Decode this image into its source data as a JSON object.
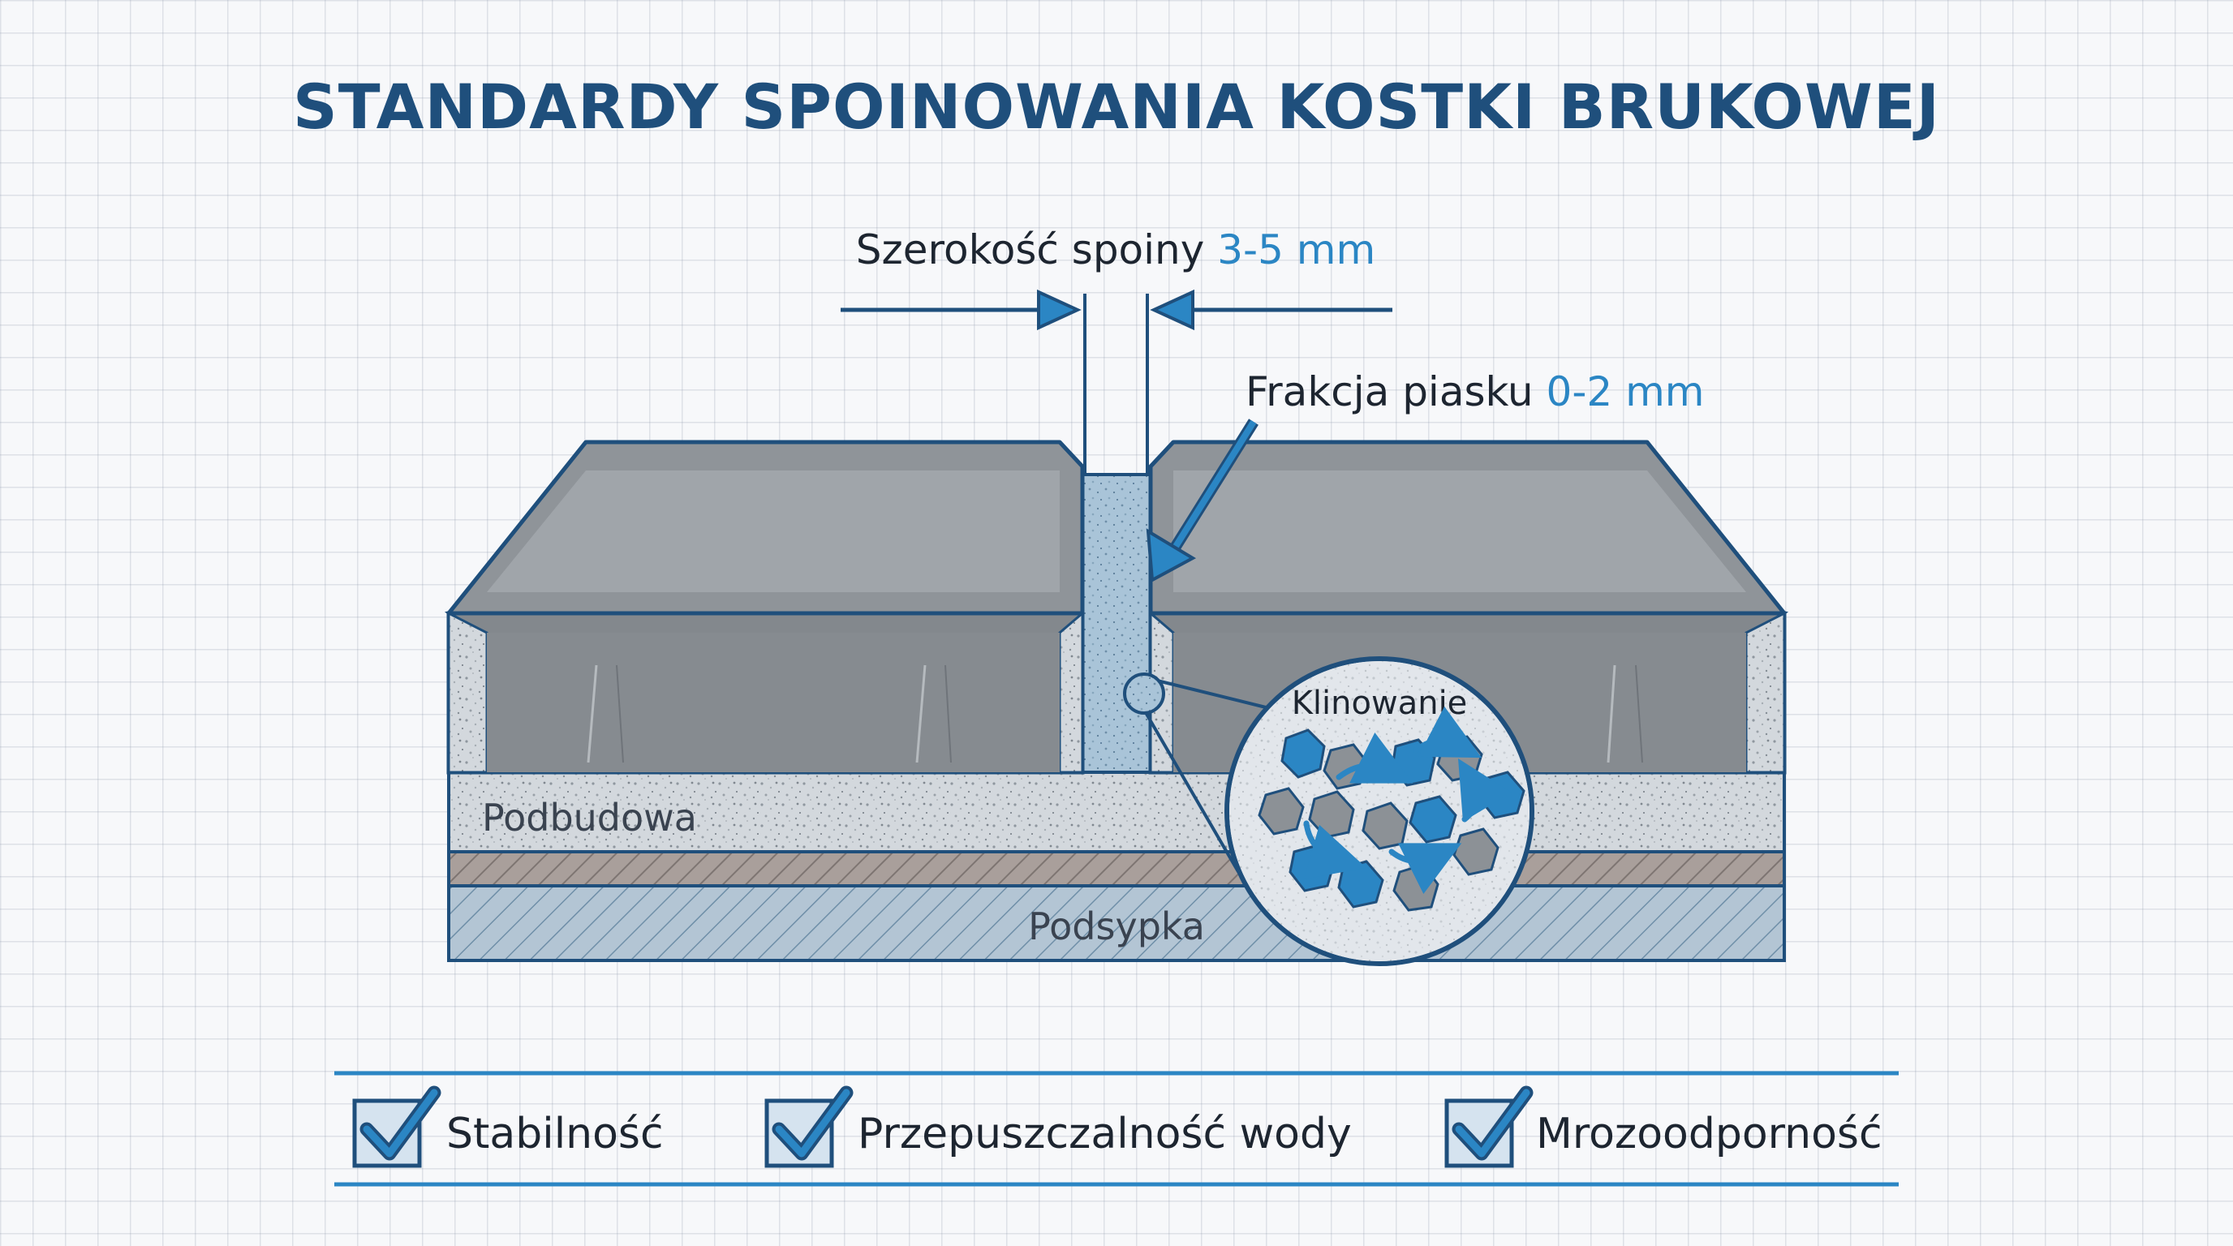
{
  "title": "STANDARDY SPOINOWANIA KOSTKI BRUKOWEJ",
  "joint_width": {
    "label": "Szerokość spoiny",
    "value": "3-5 mm"
  },
  "sand_fraction": {
    "label": "Frakcja piasku",
    "value": "0-2 mm"
  },
  "layers": {
    "base": "Podbudowa",
    "bedding": "Podsypka"
  },
  "zoom_label": "Klinowanie",
  "benefits": [
    {
      "label": "Stabilność"
    },
    {
      "label": "Przepuszczalność wody"
    },
    {
      "label": "Mrozoodporność"
    }
  ],
  "colors": {
    "title": "#1f4f7c",
    "accent": "#2b86c4",
    "outline": "#1f4f7c",
    "paver": "#8c9196",
    "paver_top": "#9da2a7"
  }
}
